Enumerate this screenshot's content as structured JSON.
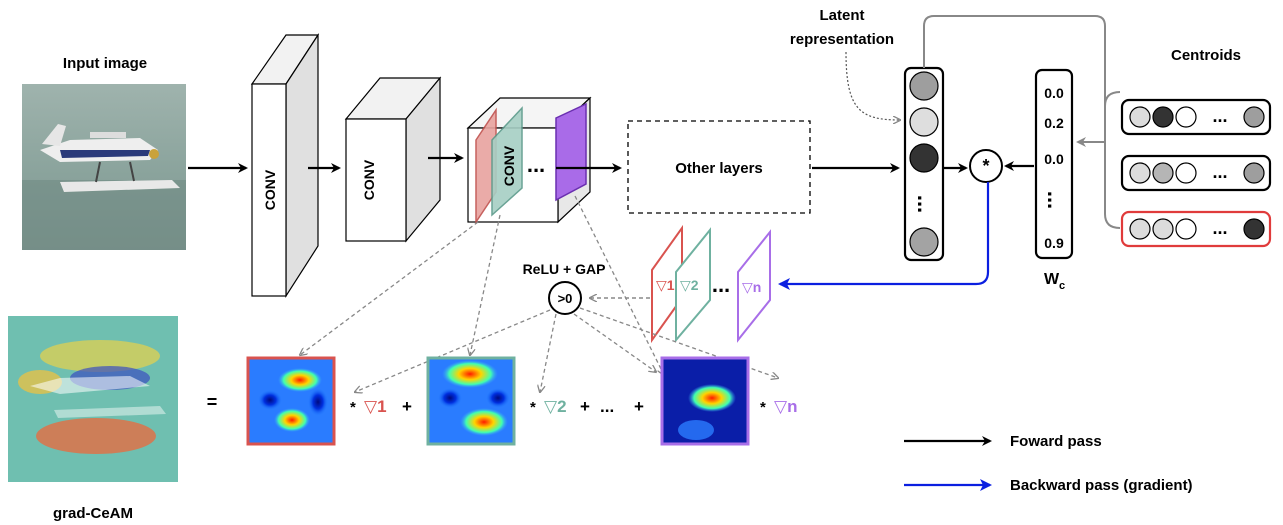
{
  "labels": {
    "input_image": "Input image",
    "conv": "CONV",
    "other_layers": "Other layers",
    "latent_line1": "Latent",
    "latent_line2": "representation",
    "centroids": "Centroids",
    "wc_main": "W",
    "wc_sub": "c",
    "relu_gap": "ReLU + GAP",
    "gt_zero": ">0",
    "star": "*",
    "ellipsis": "...",
    "plus": "+",
    "equals": "=",
    "grad_ceam": "grad-CeAM",
    "forward_pass": "Foward pass",
    "backward_pass": "Backward pass (gradient)"
  },
  "weights": [
    "0.0",
    "0.2",
    "0.0",
    "0.9"
  ],
  "gradients": {
    "g1": "▽1",
    "g2": "▽2",
    "gn": "▽n",
    "g1_small": "▽1",
    "g2_small": "▽2",
    "gn_small": "▽n"
  },
  "colors": {
    "red": "#d9534f",
    "teal": "#6fb1a0",
    "purple": "#a86ee8",
    "blue": "#0b1fe0"
  }
}
